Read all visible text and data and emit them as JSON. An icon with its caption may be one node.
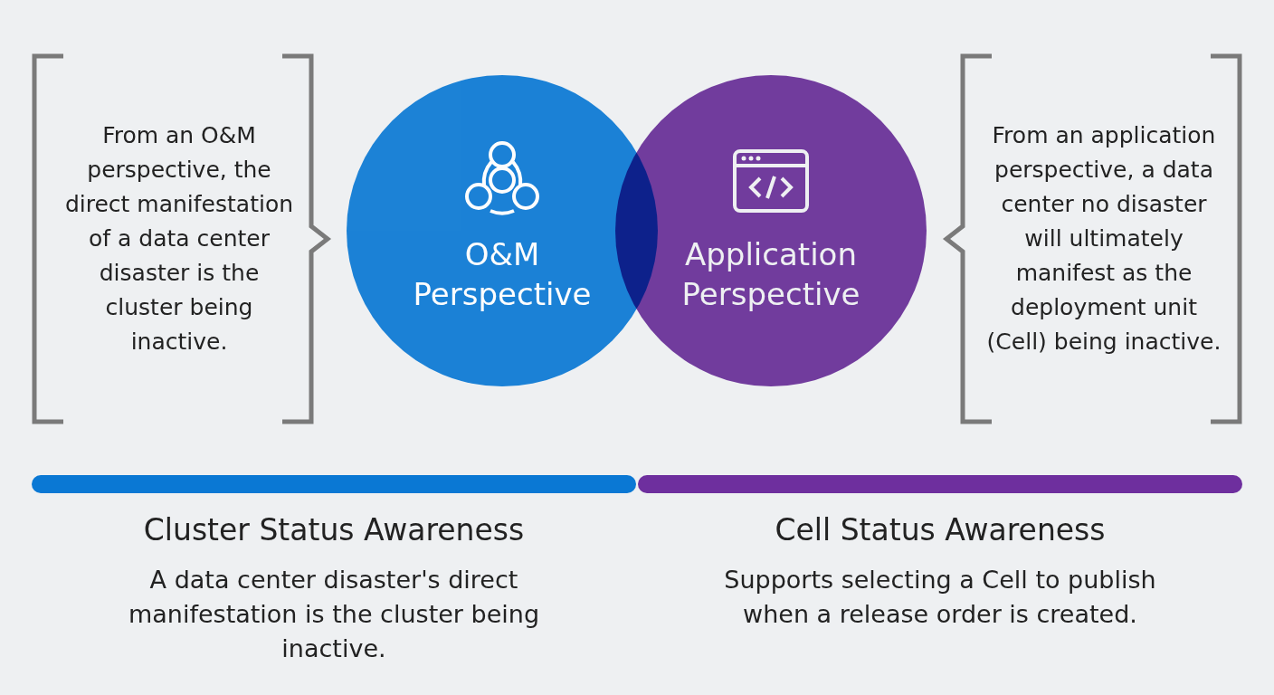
{
  "diagram": {
    "nodes": [
      {
        "text": [
          "From an O&M perspective, the direct manifestation of a data center disaster is the cluster being inactive."
        ]
      },
      {
        "text": [
          "O&M Perspective"
        ]
      },
      {
        "text": [
          "Application Perspective"
        ]
      },
      {
        "text": [
          "From an application perspective, a data center no disaster will ultimately manifest as the deployment unit (Cell) being inactive."
        ]
      },
      {
        "text": [
          "Cluster Status Awareness",
          "A data center disaster's direct manifestation is the cluster being inactive."
        ]
      },
      {
        "text": [
          "Cell Status Awareness",
          "Supports selecting a Cell to publish when a release order is created."
        ]
      }
    ]
  }
}
